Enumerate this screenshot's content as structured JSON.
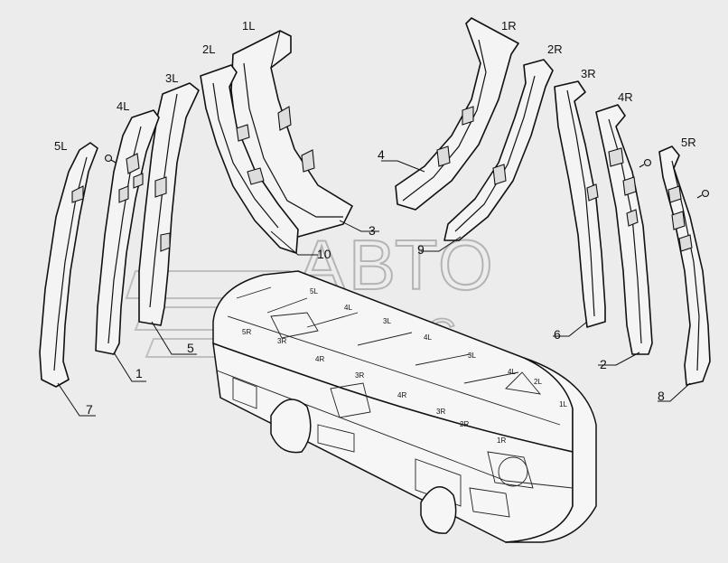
{
  "tags": {
    "1L": "1L",
    "2L": "2L",
    "3L": "3L",
    "4L": "4L",
    "5L": "5L",
    "1R": "1R",
    "2R": "2R",
    "3R": "3R",
    "4R": "4R",
    "5R": "5R"
  },
  "callouts": {
    "n1": "1",
    "n2": "2",
    "n3": "3",
    "n4": "4",
    "n5": "5",
    "n6": "6",
    "n7": "7",
    "n8": "8",
    "n9": "9",
    "n10": "10"
  },
  "bus_labels": {
    "roof_5l": "5L",
    "roof_4l": "4L",
    "roof_3l": "3L",
    "roof_4l_b": "4L",
    "roof_3l_b": "3L",
    "roof_4l_c": "4L",
    "roof_2l": "2L",
    "roof_1l": "1L",
    "side_5r": "5R",
    "side_3r": "3R",
    "side_4r": "4R",
    "side_3r_b": "3R",
    "side_4r_b": "4R",
    "side_3r_c": "3R",
    "side_2r": "2R",
    "side_1r": "1R"
  },
  "watermark": {
    "line1": "АВТО",
    "line2": "АЛЬЯНС"
  }
}
